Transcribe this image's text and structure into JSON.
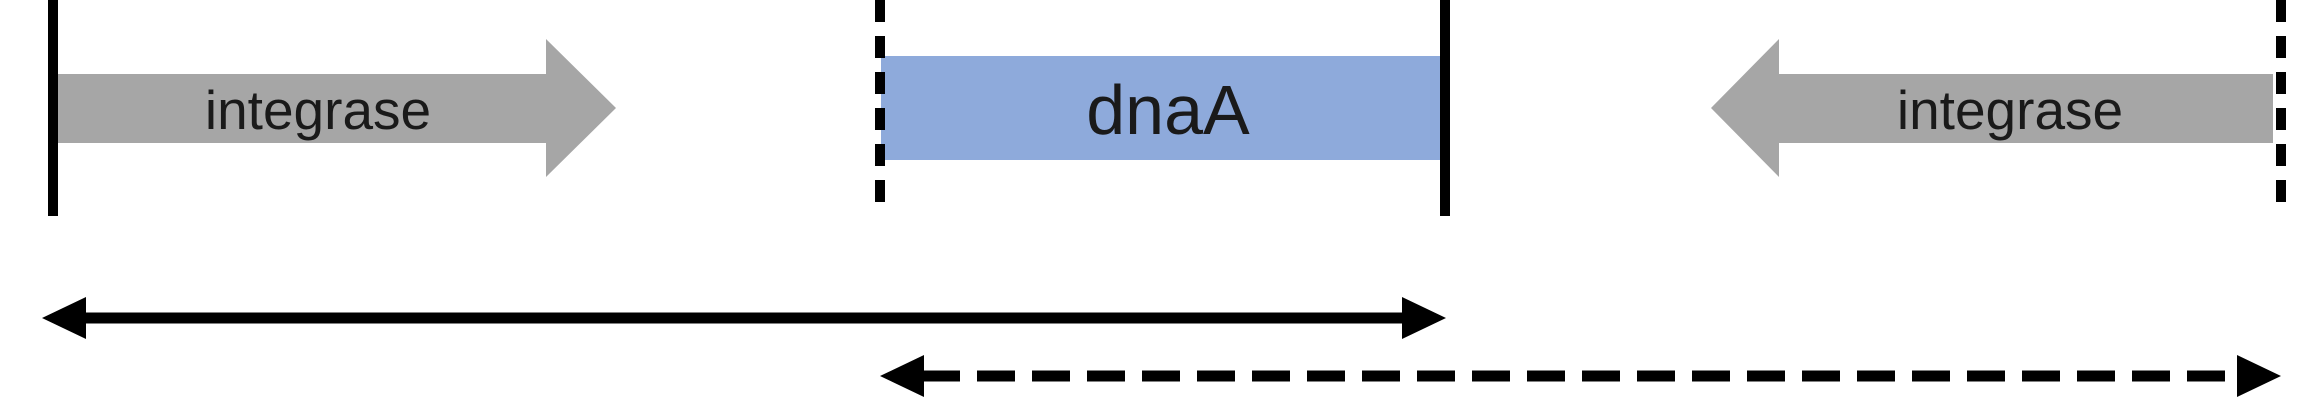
{
  "colors": {
    "integrase_fill": "#a6a6a6",
    "dnaA_fill": "#8eaadb",
    "line": "#000000",
    "text": "#1a1a1a"
  },
  "genes": {
    "left_integrase": {
      "label": "integrase",
      "direction": "right"
    },
    "dnaA": {
      "label": "dnaA"
    },
    "right_integrase": {
      "label": "integrase",
      "direction": "left"
    }
  },
  "boundaries": [
    {
      "name": "left-solid-boundary",
      "style": "solid"
    },
    {
      "name": "left-dashed-boundary",
      "style": "dashed"
    },
    {
      "name": "right-solid-boundary",
      "style": "solid"
    },
    {
      "name": "right-dashed-boundary",
      "style": "dashed"
    }
  ],
  "spans": [
    {
      "name": "solid-span",
      "style": "solid",
      "heads": "both"
    },
    {
      "name": "dashed-span",
      "style": "dashed",
      "heads": "both"
    }
  ]
}
